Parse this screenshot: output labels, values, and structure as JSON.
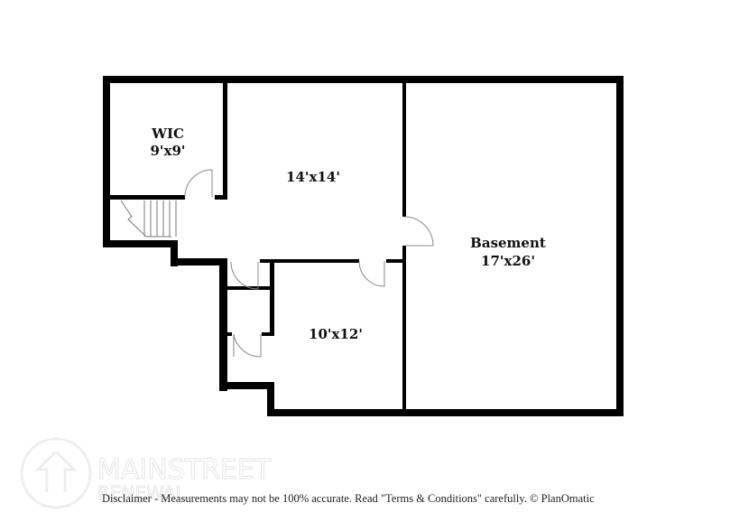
{
  "rooms": {
    "wic": {
      "name": "WIC",
      "size": "9'x9'"
    },
    "room_a": {
      "size": "14'x14'"
    },
    "room_b": {
      "size": "10'x12'"
    },
    "basement": {
      "name": "Basement",
      "size": "17'x26'"
    }
  },
  "watermark": {
    "line1": "MAINSTREET",
    "line2": "RENEWAL"
  },
  "disclaimer": "Disclaimer - Measurements may not be 100% accurate. Read \"Terms & Conditions\" carefully. © PlanOmatic"
}
